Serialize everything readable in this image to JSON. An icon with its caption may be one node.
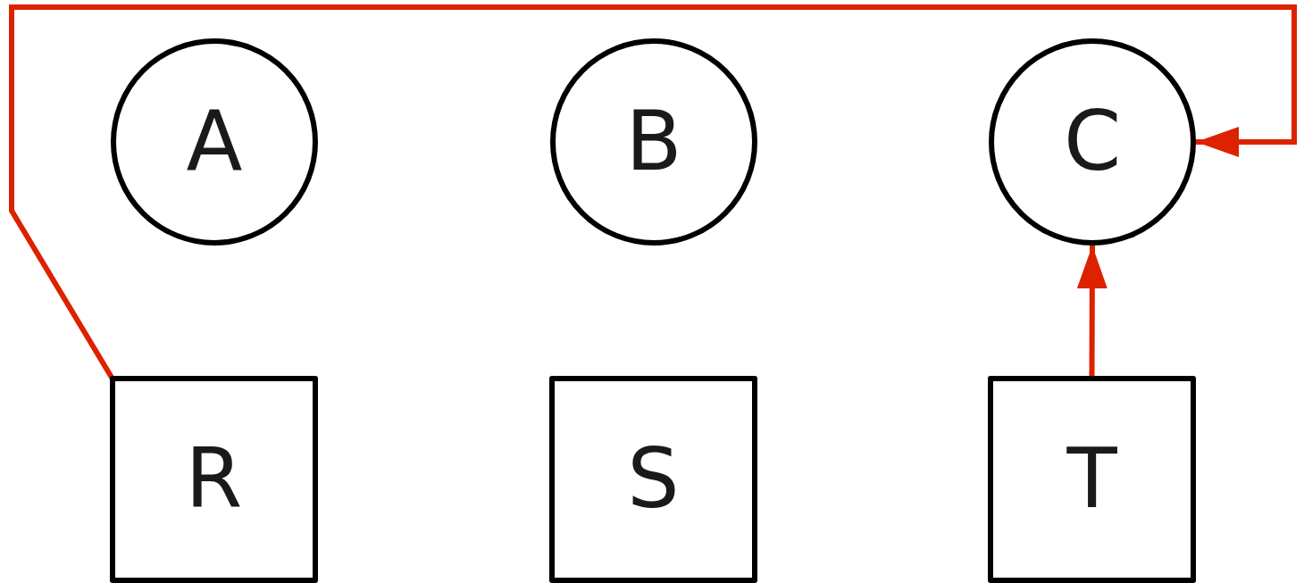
{
  "diagram": {
    "nodes": [
      {
        "text": [
          "A"
        ]
      },
      {
        "text": [
          "B"
        ]
      },
      {
        "text": [
          "C"
        ]
      },
      {
        "text": [
          "R"
        ]
      },
      {
        "text": [
          "S"
        ]
      },
      {
        "text": [
          "T"
        ]
      }
    ],
    "edges": [
      {
        "from": 3,
        "to": 2,
        "arrow": "to"
      },
      {
        "from": 5,
        "to": 2,
        "arrow": "to"
      }
    ]
  }
}
